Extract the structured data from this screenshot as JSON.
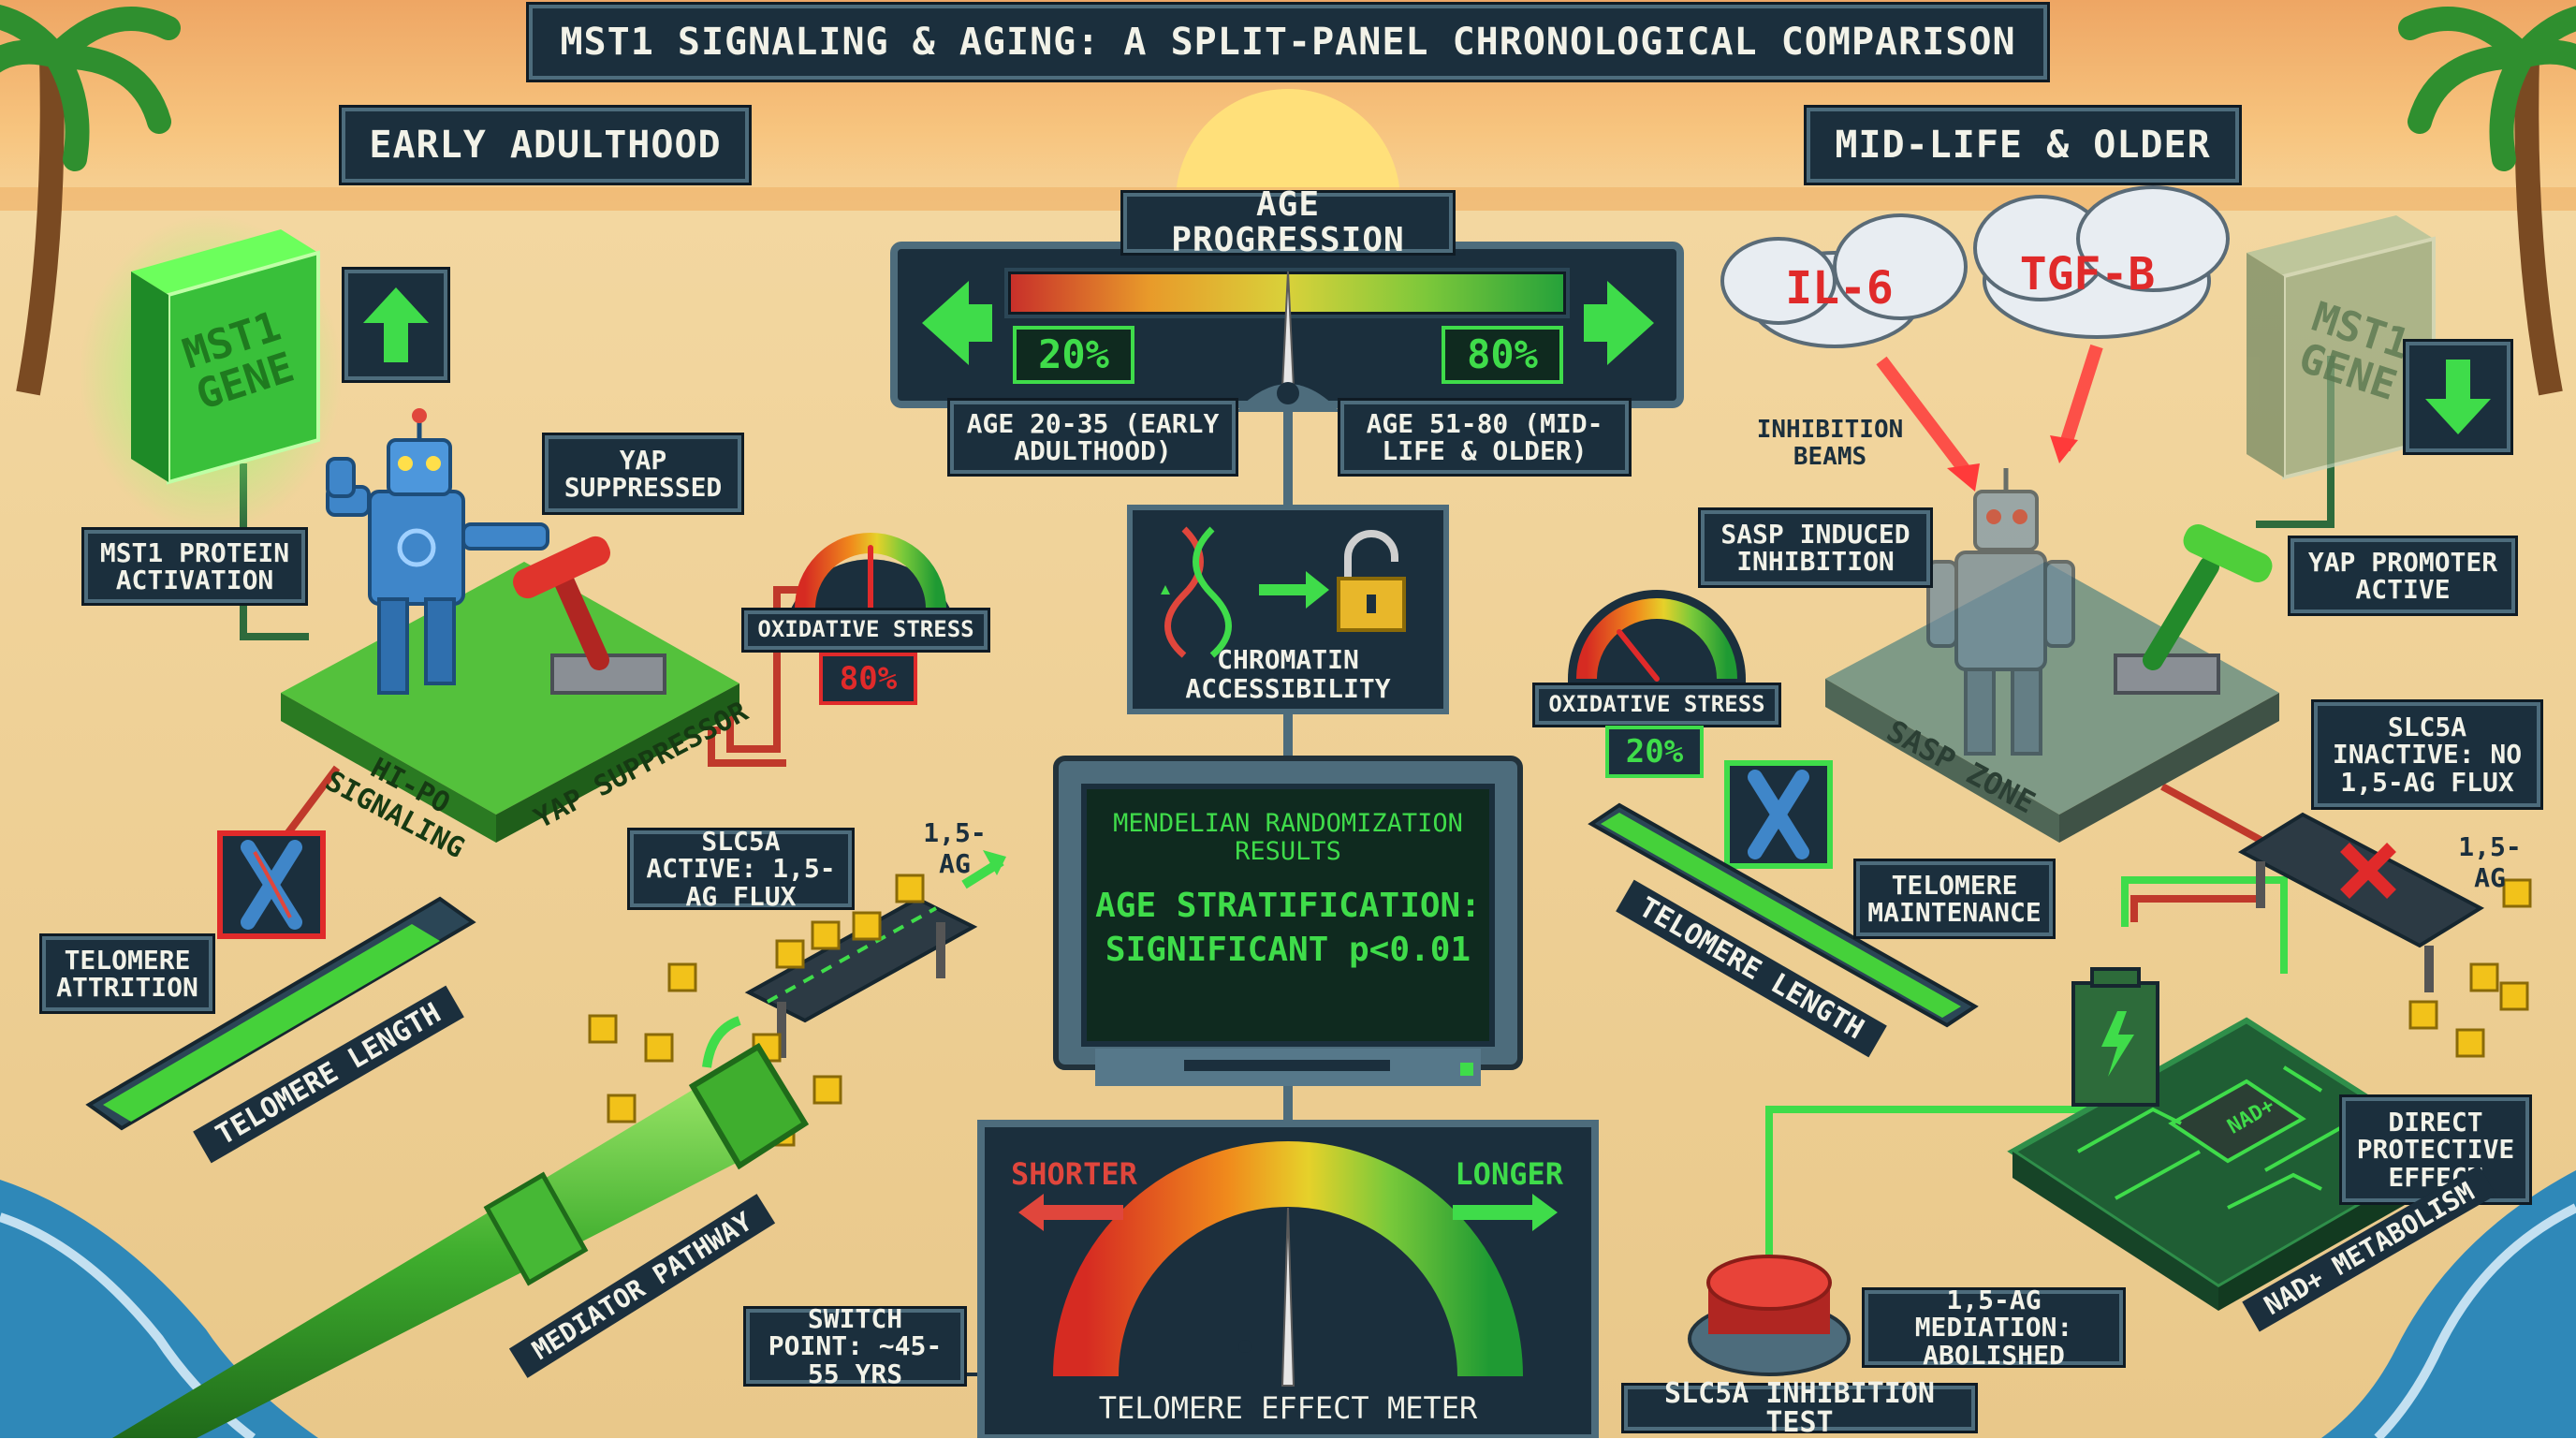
{
  "title": "MST1 SIGNALING & AGING: A SPLIT-PANEL CHRONOLOGICAL COMPARISON",
  "left_panel": {
    "heading": "EARLY ADULTHOOD",
    "gene_label_1": "MST1",
    "gene_label_2": "GENE",
    "protein_label": "MST1 PROTEIN ACTIVATION",
    "yap_label": "YAP SUPPRESSED",
    "platform_text_1": "HI-PO SIGNALING",
    "platform_text_2": "YAP SUPPRESSOR",
    "oxidative_label": "OXIDATIVE STRESS",
    "oxidative_value": "80%",
    "telomere_label": "TELOMERE ATTRITION",
    "telomere_bar_label": "TELOMERE LENGTH",
    "slc5a_label": "SLC5A ACTIVE: 1,5-AG FLUX",
    "ag_tag": "1,5-AG",
    "pipe_label": "MEDIATOR PATHWAY",
    "switch_label": "SWITCH POINT: ~45-55 YRS"
  },
  "center": {
    "age_title": "AGE PROGRESSION",
    "left_pct": "20%",
    "right_pct": "80%",
    "age_left": "AGE 20-35 (EARLY ADULTHOOD)",
    "age_right": "AGE 51-80 (MID-LIFE & OLDER)",
    "chromatin_label": "CHROMATIN ACCESSIBILITY",
    "screen_title": "MENDELIAN RANDOMIZATION RESULTS",
    "screen_result_1": "AGE STRATIFICATION:",
    "screen_result_2": "SIGNIFICANT p<0.01",
    "meter_left": "SHORTER",
    "meter_right": "LONGER",
    "meter_title": "TELOMERE EFFECT METER"
  },
  "right_panel": {
    "heading": "MID-LIFE & OLDER",
    "cytokine_1": "IL-6",
    "cytokine_2": "TGF-B",
    "beams_label": "INHIBITION BEAMS",
    "gene_label_1": "MST1",
    "gene_label_2": "GENE",
    "sasp_label": "SASP INDUCED INHIBITION",
    "yap_label": "YAP PROMOTER ACTIVE",
    "platform_text": "SASP ZONE",
    "oxidative_label": "OXIDATIVE STRESS",
    "oxidative_value": "20%",
    "slc5a_label": "SLC5A INACTIVE: NO 1,5-AG FLUX",
    "ag_tag": "1,5-AG",
    "telomere_label": "TELOMERE MAINTENANCE",
    "telomere_bar_label": "TELOMERE LENGTH",
    "direct_label": "DIRECT PROTECTIVE EFFECT",
    "nad_label": "NAD+ METABOLISM",
    "chip_label": "NAD+",
    "mediation_label": "1,5-AG MEDIATION: ABOLISHED",
    "button_label": "SLC5A INHIBITION TEST"
  },
  "colors": {
    "sky_top": "#f2b46a",
    "sand": "#efd19a",
    "sea": "#2f88b8",
    "panel_bg": "#1b2f3d",
    "panel_border": "#4d6c7c",
    "green_glow": "#38e04a",
    "red_alert": "#e02a2a",
    "robot_blue": "#3f86c9",
    "screen_green": "#3fdc4a",
    "gold_cube": "#f2c21a"
  },
  "icons": [
    "up-arrow-icon",
    "down-arrow-icon",
    "dna-icon",
    "padlock-icon",
    "chromosome-icon",
    "lightning-icon",
    "cross-icon",
    "palm-tree-icon",
    "sun-icon"
  ],
  "meters": {
    "age_needle_position": 0.5,
    "telomere_meter_position": 0.5,
    "left_oxidative_fraction": 0.8,
    "right_oxidative_fraction": 0.2,
    "left_telomere_fill": 0.8,
    "right_telomere_fill": 0.95
  }
}
